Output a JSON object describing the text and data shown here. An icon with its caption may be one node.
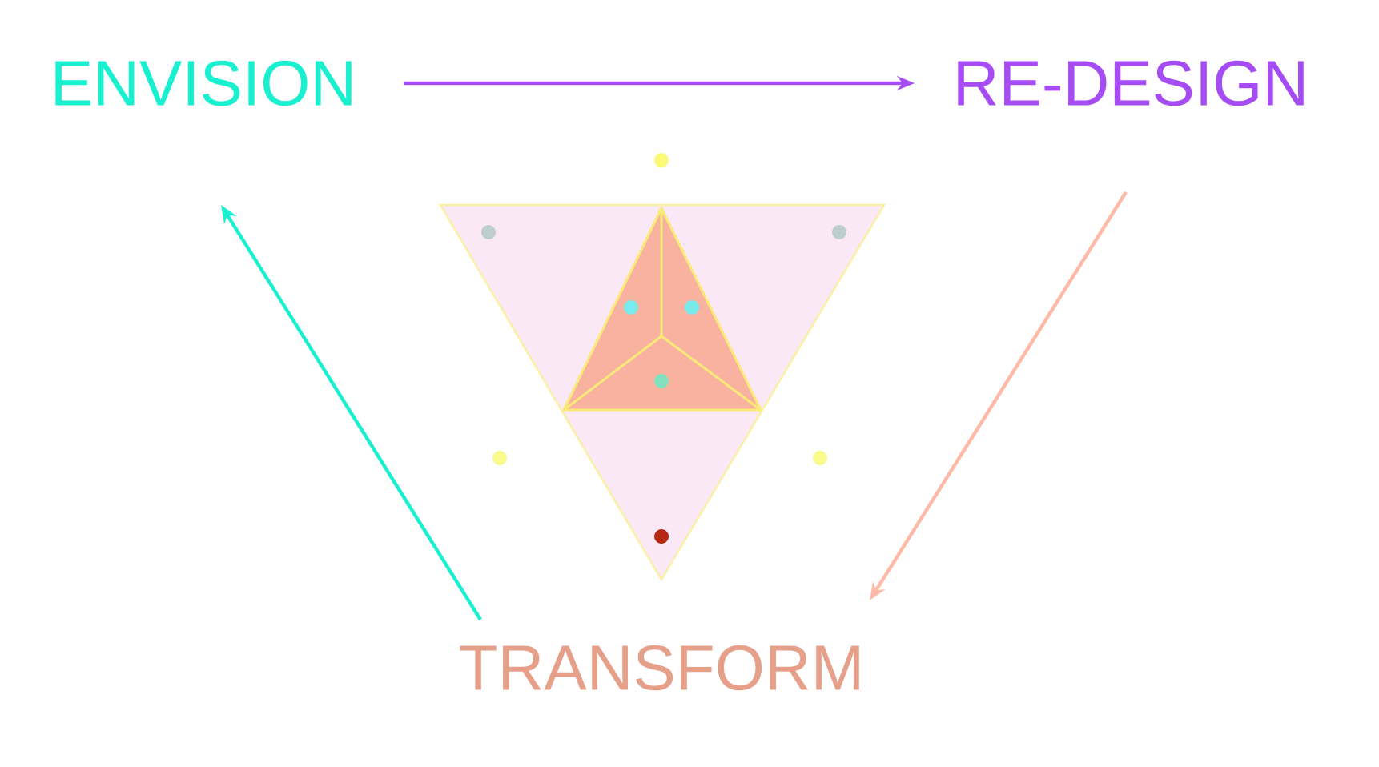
{
  "diagram": {
    "nodes": [
      {
        "text": [
          "ENVISION"
        ]
      },
      {
        "text": [
          "RE-DESIGN"
        ]
      },
      {
        "text": [
          "TRANSFORM"
        ]
      }
    ],
    "edges": [
      {
        "from": 0,
        "to": 1,
        "arrow": "to",
        "color": "#a64cf5"
      },
      {
        "from": 1,
        "to": 2,
        "arrow": "to",
        "color": "#ffb9a6"
      },
      {
        "from": 2,
        "to": 0,
        "arrow": "to",
        "color": "#19f0d0"
      }
    ]
  }
}
